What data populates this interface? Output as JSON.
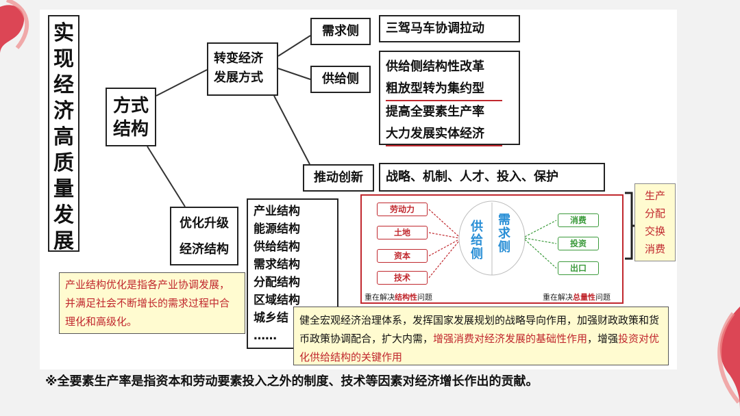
{
  "title_chars": [
    "实",
    "现",
    "经",
    "济",
    "高",
    "质",
    "量",
    "发",
    "展"
  ],
  "fangshi_lines": [
    "方式",
    "结构"
  ],
  "zhuanbian_lines": [
    "转变经济",
    "发展方式"
  ],
  "xuqiu_label": "需求侧",
  "gongji_label": "供给侧",
  "sanjia_text": "三驾马车协调拉动",
  "gongji_items": [
    "供给侧结构性改革",
    "粗放型转为集约型",
    "提高全要素生产率",
    "大力发展实体经济"
  ],
  "tuidong_label": "推动创新",
  "zhanlue_text": "战略、机制、人才、投入、保护",
  "youhua_lines": [
    "优化升级",
    "经济结构"
  ],
  "jiegou_items": [
    "产业结构",
    "能源结构",
    "供给结构",
    "需求结构",
    "分配结构",
    "区域结构",
    "城乡结",
    "……"
  ],
  "note1_text": "产业结构优化是指各产业协调发展，并满足社会不断增长的需求过程中合理化和高级化。",
  "note2": {
    "part1": "健全宏观经济治理体系，发挥国家发展规划的战略导向作用，加强财政政策和货币政策协调配合，扩大内需，",
    "part2": "增强消费对经济发展的基础性作用",
    "part3": "，增强",
    "part4": "投资对优化供给结构的关键作用"
  },
  "diagram": {
    "left_pills": [
      "劳动力",
      "土地",
      "资本",
      "技术"
    ],
    "supply_chars": [
      "供",
      "给",
      "侧"
    ],
    "demand_chars": [
      "需",
      "求",
      "侧"
    ],
    "right_pills": [
      "消费",
      "投资",
      "出口"
    ],
    "caption_left_pre": "重在解决",
    "caption_left_em": "结构性",
    "caption_left_post": "问题",
    "caption_right_pre": "重在解决",
    "caption_right_em": "总量性",
    "caption_right_post": "问题",
    "colors": {
      "supply": "#2a8fd6",
      "demand": "#2a8fd6",
      "left": "#c0272d",
      "right": "#3a9a3a"
    }
  },
  "production_lines": [
    "生产",
    "分配",
    "交换",
    "消费"
  ],
  "footnote": "※全要素生产率是指资本和劳动要素投入之外的制度、技术等因素对经济增长作出的贡献。"
}
